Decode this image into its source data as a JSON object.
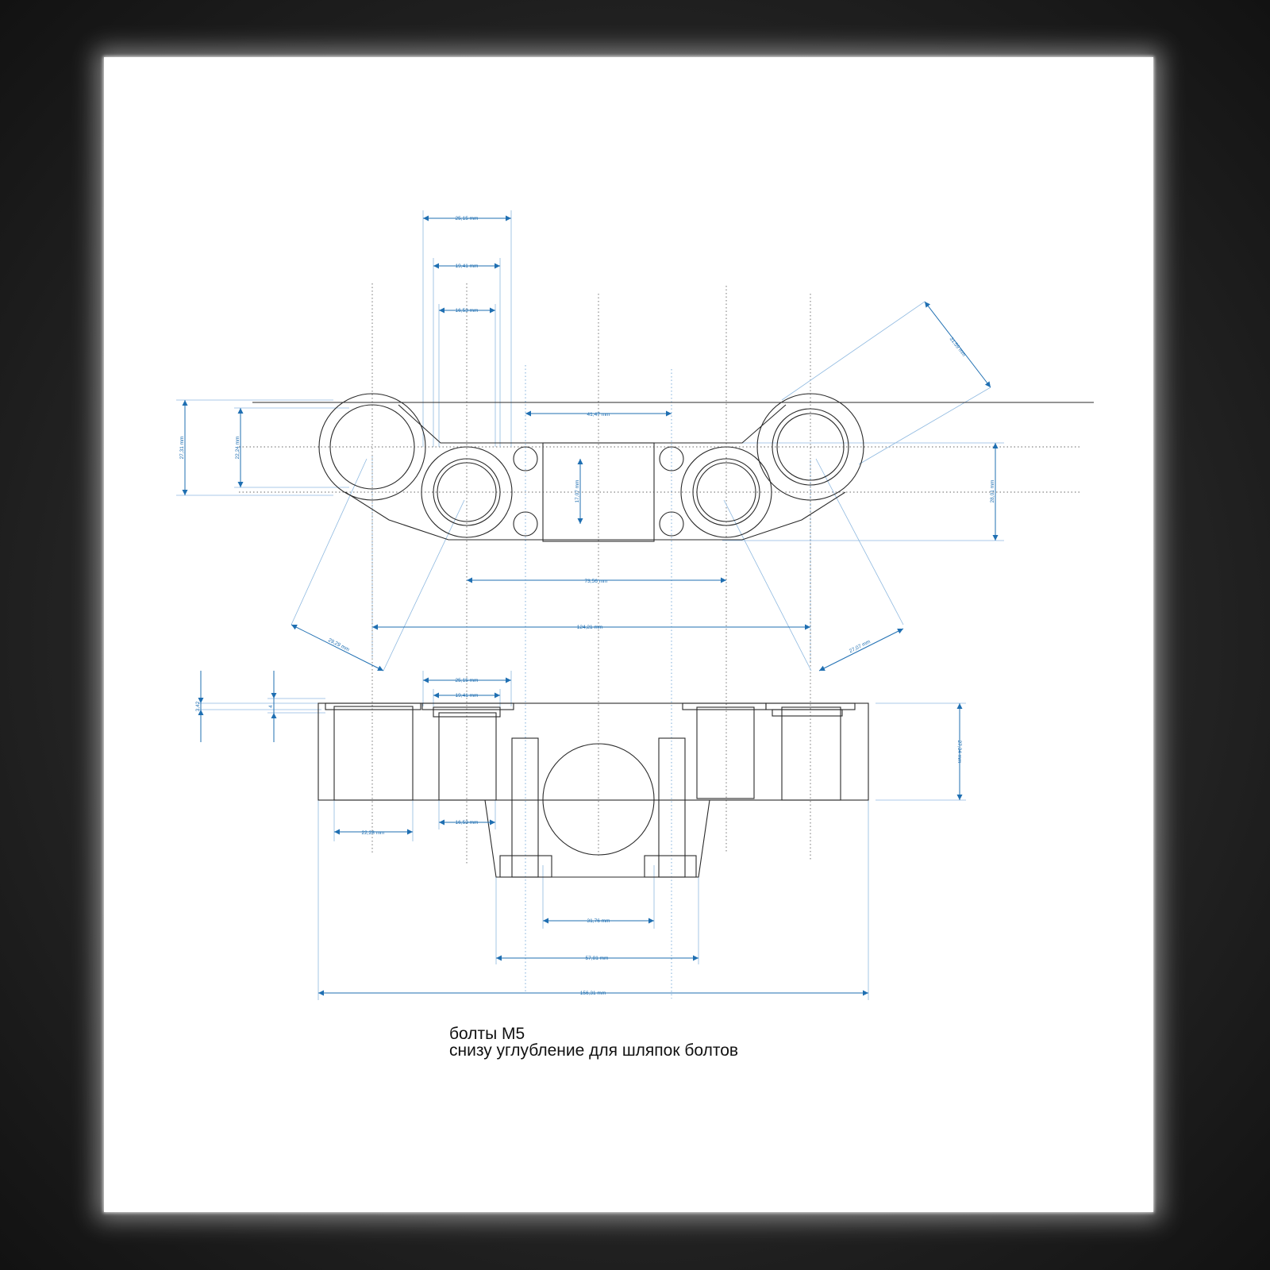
{
  "colors": {
    "outline": "#2a2a2a",
    "dimension": "#1f6fb2",
    "extension": "#7fb0dc",
    "paper": "#ffffff",
    "frame": "#1e1e1e"
  },
  "top_view": {
    "dims": {
      "width_25_15": "25,15 mm",
      "width_19_41": "19,41 mm",
      "width_16_53": "16,53 mm",
      "width_41_47": "41,47 mm",
      "diag_31_59": "31,59 mm",
      "height_27_31": "27,31 mm",
      "height_22_24": "22,24 mm",
      "center_17_07": "17,07 mm",
      "height_28_01": "28,01 mm",
      "spacing_73_56": "73,56 mm",
      "spacing_124_21": "124,21 mm",
      "diag_29_29": "29,29 mm",
      "diag_27_07": "27,07 mm"
    }
  },
  "front_view": {
    "dims": {
      "width_25_15": "25,15 mm",
      "width_19_41": "19,41 mm",
      "lip_3_42": "3,42",
      "lip_4": "4",
      "height_27_34": "27,34 mm",
      "bore_22_28": "22,28 mm",
      "bore_16_53": "16,53 mm",
      "clamp_31_76": "31,76 mm",
      "base_57_81": "57,81 mm",
      "overall_156_31": "156,31 mm"
    }
  },
  "notes": {
    "line1": "болты М5",
    "line2": "снизу углубление для шляпок болтов"
  }
}
